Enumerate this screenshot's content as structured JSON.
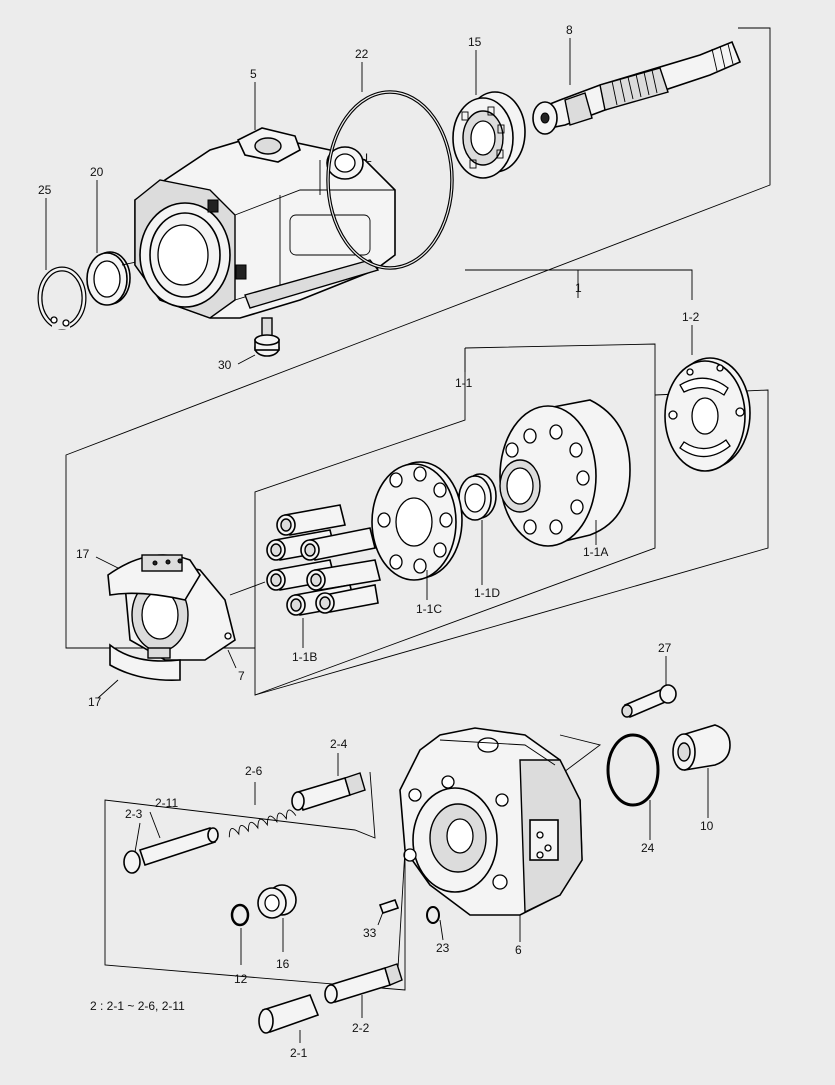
{
  "labels": {
    "l5": "5",
    "l22": "22",
    "l15": "15",
    "l8": "8",
    "l20": "20",
    "l25": "25",
    "l30": "30",
    "l1": "1",
    "l1_2": "1-2",
    "l1_1": "1-1",
    "l17a": "17",
    "l17b": "17",
    "l7": "7",
    "l1_1A": "1-1A",
    "l1_1B": "1-1B",
    "l1_1C": "1-1C",
    "l1_1D": "1-1D",
    "l27": "27",
    "l2_4": "2-4",
    "l2_6": "2-6",
    "l2_3": "2-3",
    "l2_11": "2-11",
    "l10": "10",
    "l24": "24",
    "l33": "33",
    "l23": "23",
    "l6": "6",
    "l12": "12",
    "l16": "16",
    "l2_1": "2-1",
    "l2_2": "2-2"
  },
  "note": "2 : 2-1 ~ 2-6, 2-11"
}
